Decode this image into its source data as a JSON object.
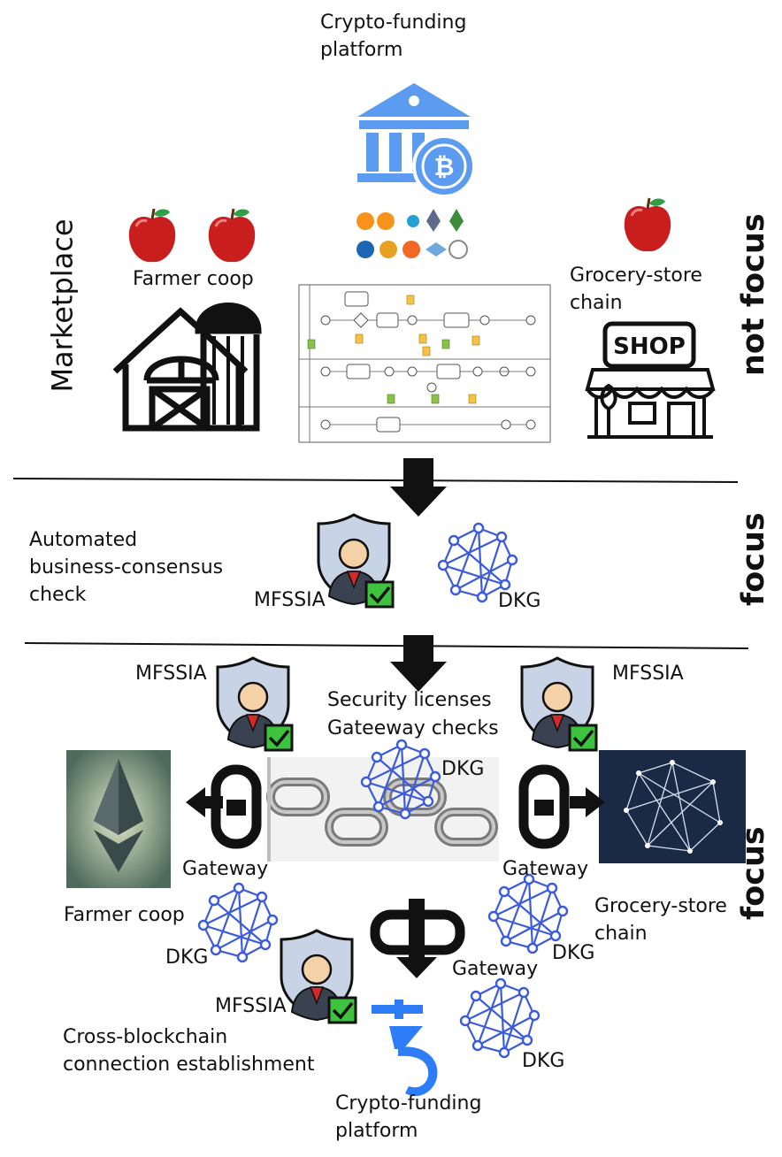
{
  "top": {
    "title_line1": "Crypto-funding",
    "title_line2": "platform",
    "farmer": "Farmer coop",
    "grocery_line1": "Grocery-store",
    "grocery_line2": "chain",
    "marketplace": "Marketplace",
    "shop_sign": "SHOP"
  },
  "middle": {
    "check_line1": "Automated",
    "check_line2": "business-consensus",
    "check_line3": "check",
    "mfssia": "MFSSIA",
    "dkg": "DKG"
  },
  "bottom": {
    "mfssia_left": "MFSSIA",
    "mfssia_right": "MFSSIA",
    "mfssia_center": "MFSSIA",
    "security_line1": "Security licenses",
    "security_line2": "Gateeway checks",
    "dkg_chain": "DKG",
    "gateway_left": "Gateway",
    "gateway_right": "Gateway",
    "gateway_bottom": "Gateway",
    "farmer": "Farmer coop",
    "grocery_line1": "Grocery-store",
    "grocery_line2": "chain",
    "dkg_left": "DKG",
    "dkg_right": "DKG",
    "dkg_bottom": "DKG",
    "cross_line1": "Cross-blockchain",
    "cross_line2": "connection establishment",
    "platform_line1": "Crypto-funding",
    "platform_line2": "platform"
  },
  "sides": {
    "not_focus": "not focus",
    "focus_middle": "focus",
    "focus_bottom": "focus"
  },
  "colors": {
    "accent_blue": "#3b5bdb",
    "bank_blue": "#5b9bf0",
    "apple_red": "#c81e1e",
    "check_green": "#3ec33e",
    "tezos_blue": "#2c7df7"
  }
}
